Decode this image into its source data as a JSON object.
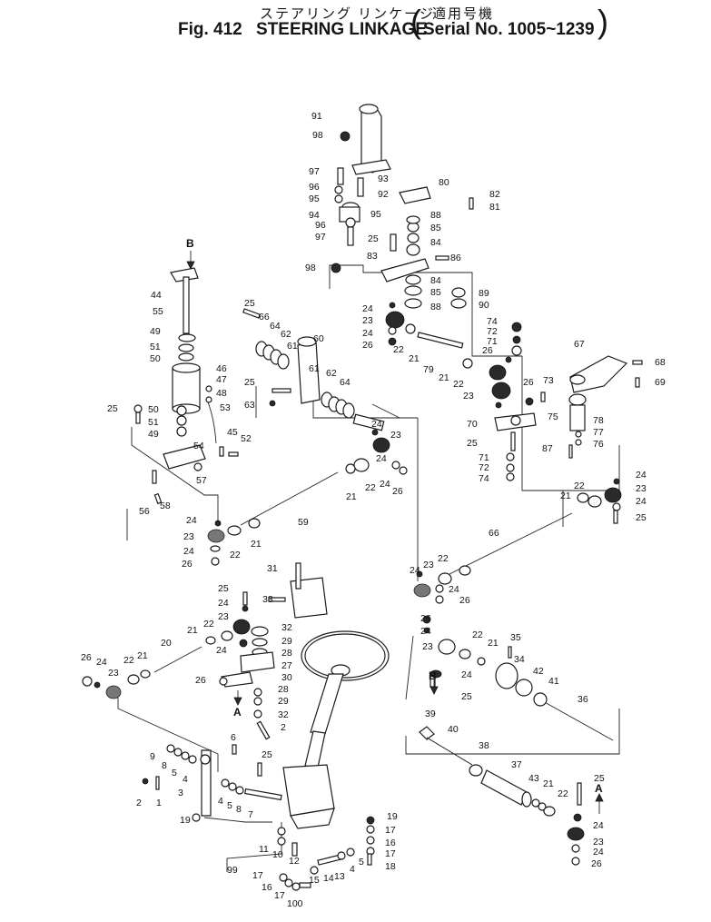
{
  "header": {
    "jp_title": "ステアリング リンケージ",
    "jp_serial": "適用号機",
    "fig": "Fig. 412",
    "title": "STEERING LINKAGE",
    "serial": "Serial No. 1005~1239",
    "paren_open": "(",
    "paren_close": ")"
  },
  "callouts": [
    {
      "id": "c91",
      "text": "91"
    },
    {
      "id": "c98a",
      "text": "98"
    },
    {
      "id": "c97a",
      "text": "97"
    },
    {
      "id": "c96a",
      "text": "96"
    },
    {
      "id": "c95a",
      "text": "95"
    },
    {
      "id": "c93",
      "text": "93"
    },
    {
      "id": "c92",
      "text": "92"
    },
    {
      "id": "c94",
      "text": "94"
    },
    {
      "id": "c95b",
      "text": "95"
    },
    {
      "id": "c96b",
      "text": "96"
    },
    {
      "id": "c97b",
      "text": "97"
    },
    {
      "id": "c80",
      "text": "80"
    },
    {
      "id": "c82",
      "text": "82"
    },
    {
      "id": "c81",
      "text": "81"
    },
    {
      "id": "c88a",
      "text": "88"
    },
    {
      "id": "c85a",
      "text": "85"
    },
    {
      "id": "c84a",
      "text": "84"
    },
    {
      "id": "c25a",
      "text": "25"
    },
    {
      "id": "c83",
      "text": "83"
    },
    {
      "id": "c86",
      "text": "86"
    },
    {
      "id": "c98b",
      "text": "98"
    },
    {
      "id": "c84b",
      "text": "84"
    },
    {
      "id": "c85b",
      "text": "85"
    },
    {
      "id": "c88b",
      "text": "88"
    },
    {
      "id": "c89",
      "text": "89"
    },
    {
      "id": "c90",
      "text": "90"
    },
    {
      "id": "c44",
      "text": "44"
    },
    {
      "id": "c55",
      "text": "55"
    },
    {
      "id": "c49a",
      "text": "49"
    },
    {
      "id": "c51a",
      "text": "51"
    },
    {
      "id": "c50a",
      "text": "50"
    },
    {
      "id": "c25b",
      "text": "25"
    },
    {
      "id": "c66",
      "text": "66"
    },
    {
      "id": "c64a",
      "text": "64"
    },
    {
      "id": "c62a",
      "text": "62"
    },
    {
      "id": "c61a",
      "text": "61"
    },
    {
      "id": "c60",
      "text": "60"
    },
    {
      "id": "c24a",
      "text": "24"
    },
    {
      "id": "c23a",
      "text": "23"
    },
    {
      "id": "c24b",
      "text": "24"
    },
    {
      "id": "c26a",
      "text": "26"
    },
    {
      "id": "c22a",
      "text": "22"
    },
    {
      "id": "c21a",
      "text": "21"
    },
    {
      "id": "c79",
      "text": "79"
    },
    {
      "id": "c74a",
      "text": "74"
    },
    {
      "id": "c72a",
      "text": "72"
    },
    {
      "id": "c71a",
      "text": "71"
    },
    {
      "id": "c26b",
      "text": "26"
    },
    {
      "id": "c67",
      "text": "67"
    },
    {
      "id": "c68",
      "text": "68"
    },
    {
      "id": "c69",
      "text": "69"
    },
    {
      "id": "c46",
      "text": "46"
    },
    {
      "id": "c47",
      "text": "47"
    },
    {
      "id": "c48",
      "text": "48"
    },
    {
      "id": "c53",
      "text": "53"
    },
    {
      "id": "c25c",
      "text": "25"
    },
    {
      "id": "c63",
      "text": "63"
    },
    {
      "id": "c61b",
      "text": "61"
    },
    {
      "id": "c62b",
      "text": "62"
    },
    {
      "id": "c64b",
      "text": "64"
    },
    {
      "id": "c24c",
      "text": "24"
    },
    {
      "id": "c21b",
      "text": "21"
    },
    {
      "id": "c22b",
      "text": "22"
    },
    {
      "id": "c23b",
      "text": "23"
    },
    {
      "id": "c26c",
      "text": "26"
    },
    {
      "id": "c73",
      "text": "73"
    },
    {
      "id": "c75",
      "text": "75"
    },
    {
      "id": "c78",
      "text": "78"
    },
    {
      "id": "c77",
      "text": "77"
    },
    {
      "id": "c76",
      "text": "76"
    },
    {
      "id": "c70",
      "text": "70"
    },
    {
      "id": "c25d",
      "text": "25"
    },
    {
      "id": "c87",
      "text": "87"
    },
    {
      "id": "c71b",
      "text": "71"
    },
    {
      "id": "c72b",
      "text": "72"
    },
    {
      "id": "c74b",
      "text": "74"
    },
    {
      "id": "c25e",
      "text": "25"
    },
    {
      "id": "c50b",
      "text": "50"
    },
    {
      "id": "c51b",
      "text": "51"
    },
    {
      "id": "c49b",
      "text": "49"
    },
    {
      "id": "c45",
      "text": "45"
    },
    {
      "id": "c52",
      "text": "52"
    },
    {
      "id": "c54",
      "text": "54"
    },
    {
      "id": "c57",
      "text": "57"
    },
    {
      "id": "c56",
      "text": "56"
    },
    {
      "id": "c58",
      "text": "58"
    },
    {
      "id": "c24d",
      "text": "24"
    },
    {
      "id": "c23c",
      "text": "23"
    },
    {
      "id": "c24e",
      "text": "24"
    },
    {
      "id": "c26d",
      "text": "26"
    },
    {
      "id": "c22c",
      "text": "22"
    },
    {
      "id": "c21c",
      "text": "21"
    },
    {
      "id": "c59",
      "text": "59"
    },
    {
      "id": "c24f",
      "text": "24"
    },
    {
      "id": "c22d",
      "text": "22"
    },
    {
      "id": "c24g",
      "text": "24"
    },
    {
      "id": "c26e",
      "text": "26"
    },
    {
      "id": "c23d",
      "text": "23"
    },
    {
      "id": "c21d",
      "text": "21"
    },
    {
      "id": "c22e",
      "text": "22"
    },
    {
      "id": "c24h",
      "text": "24"
    },
    {
      "id": "c23e",
      "text": "23"
    },
    {
      "id": "c24i",
      "text": "24"
    },
    {
      "id": "c25f",
      "text": "25"
    },
    {
      "id": "c66b",
      "text": "66"
    },
    {
      "id": "c21e",
      "text": "21"
    },
    {
      "id": "c22f",
      "text": "22"
    },
    {
      "id": "c23f",
      "text": "23"
    },
    {
      "id": "c24j",
      "text": "24"
    },
    {
      "id": "c24k",
      "text": "24"
    },
    {
      "id": "c26f",
      "text": "26"
    },
    {
      "id": "c31",
      "text": "31"
    },
    {
      "id": "c33",
      "text": "33"
    },
    {
      "id": "c25g",
      "text": "25"
    },
    {
      "id": "c24l",
      "text": "24"
    },
    {
      "id": "c23g",
      "text": "23"
    },
    {
      "id": "c22g",
      "text": "22"
    },
    {
      "id": "c21f",
      "text": "21"
    },
    {
      "id": "c32a",
      "text": "32"
    },
    {
      "id": "c29a",
      "text": "29"
    },
    {
      "id": "c28a",
      "text": "28"
    },
    {
      "id": "c24m",
      "text": "24"
    },
    {
      "id": "c27",
      "text": "27"
    },
    {
      "id": "c30",
      "text": "30"
    },
    {
      "id": "c26g",
      "text": "26"
    },
    {
      "id": "c28b",
      "text": "28"
    },
    {
      "id": "c29b",
      "text": "29"
    },
    {
      "id": "c32b",
      "text": "32"
    },
    {
      "id": "c20",
      "text": "20"
    },
    {
      "id": "c26h",
      "text": "26"
    },
    {
      "id": "c24n",
      "text": "24"
    },
    {
      "id": "c23h",
      "text": "23"
    },
    {
      "id": "c22h",
      "text": "22"
    },
    {
      "id": "c21g",
      "text": "21"
    },
    {
      "id": "c26i",
      "text": "26"
    },
    {
      "id": "c24o",
      "text": "24"
    },
    {
      "id": "c23i",
      "text": "23"
    },
    {
      "id": "c22i",
      "text": "22"
    },
    {
      "id": "c21h",
      "text": "21"
    },
    {
      "id": "c35",
      "text": "35"
    },
    {
      "id": "c34",
      "text": "34"
    },
    {
      "id": "c42",
      "text": "42"
    },
    {
      "id": "c41",
      "text": "41"
    },
    {
      "id": "c24p",
      "text": "24"
    },
    {
      "id": "c25h",
      "text": "25"
    },
    {
      "id": "c36",
      "text": "36"
    },
    {
      "id": "c2a",
      "text": "2"
    },
    {
      "id": "c6",
      "text": "6"
    },
    {
      "id": "c25i",
      "text": "25"
    },
    {
      "id": "c9",
      "text": "9"
    },
    {
      "id": "c8a",
      "text": "8"
    },
    {
      "id": "c5a",
      "text": "5"
    },
    {
      "id": "c4a",
      "text": "4"
    },
    {
      "id": "c39",
      "text": "39"
    },
    {
      "id": "c40",
      "text": "40"
    },
    {
      "id": "c38",
      "text": "38"
    },
    {
      "id": "c37",
      "text": "37"
    },
    {
      "id": "c43",
      "text": "43"
    },
    {
      "id": "c21i",
      "text": "21"
    },
    {
      "id": "c22j",
      "text": "22"
    },
    {
      "id": "c25j",
      "text": "25"
    },
    {
      "id": "c2b",
      "text": "2"
    },
    {
      "id": "c1",
      "text": "1"
    },
    {
      "id": "c3",
      "text": "3"
    },
    {
      "id": "c4b",
      "text": "4"
    },
    {
      "id": "c5b",
      "text": "5"
    },
    {
      "id": "c8b",
      "text": "8"
    },
    {
      "id": "c7",
      "text": "7"
    },
    {
      "id": "c19a",
      "text": "19"
    },
    {
      "id": "c24q",
      "text": "24"
    },
    {
      "id": "c23j",
      "text": "23"
    },
    {
      "id": "c24r",
      "text": "24"
    },
    {
      "id": "c26j",
      "text": "26"
    },
    {
      "id": "c11",
      "text": "11"
    },
    {
      "id": "c10",
      "text": "10"
    },
    {
      "id": "c12",
      "text": "12"
    },
    {
      "id": "c19b",
      "text": "19"
    },
    {
      "id": "c17a",
      "text": "17"
    },
    {
      "id": "c16a",
      "text": "16"
    },
    {
      "id": "c17b",
      "text": "17"
    },
    {
      "id": "c18",
      "text": "18"
    },
    {
      "id": "c14",
      "text": "14"
    },
    {
      "id": "c13",
      "text": "13"
    },
    {
      "id": "c4c",
      "text": "4"
    },
    {
      "id": "c5c",
      "text": "5"
    },
    {
      "id": "c15",
      "text": "15"
    },
    {
      "id": "c99",
      "text": "99"
    },
    {
      "id": "c17c",
      "text": "17"
    },
    {
      "id": "c16b",
      "text": "16"
    },
    {
      "id": "c17d",
      "text": "17"
    },
    {
      "id": "c100",
      "text": "100"
    }
  ],
  "markers": [
    {
      "id": "mB1",
      "text": "B"
    },
    {
      "id": "mB2",
      "text": "B"
    },
    {
      "id": "mA1",
      "text": "A"
    },
    {
      "id": "mA2",
      "text": "A"
    }
  ]
}
